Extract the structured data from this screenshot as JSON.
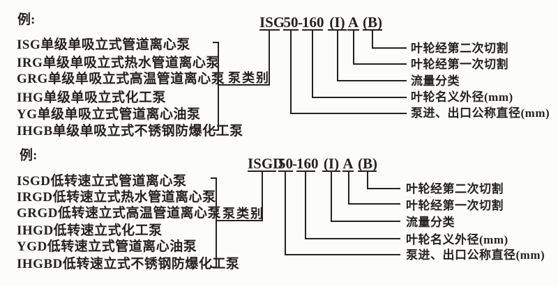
{
  "colors": {
    "paper": "#fcfcfa",
    "ink": "#24211e"
  },
  "example1": {
    "heading": "例:",
    "pump_list": [
      "ISG单级单吸立式管道离心泵",
      "IRG单级单吸立式热水管道离心泵",
      "GRG单级单吸立式高温管道离心泵",
      "IHG单级单吸立式化工泵",
      "YG单级单吸立式管道离心油泵",
      "IHGB单级单吸立式不锈钢防爆化工泵"
    ],
    "category_label": "泵类别",
    "model": {
      "series": "ISG",
      "inlet_outlet": "50",
      "hyphen": "-",
      "impeller_diameter": "160",
      "flow_class": "(I)",
      "first_cut": "A",
      "second_cut": "(B)"
    },
    "callouts": {
      "second_cut": "叶轮经第二次切割",
      "first_cut": "叶轮经第一次切割",
      "flow_class": "流量分类",
      "impeller_diameter": "叶轮名义外径(mm)",
      "inlet_outlet": "泵进、出口公称直径(mm)"
    }
  },
  "example2": {
    "heading": "例:",
    "pump_list": [
      "ISGD低转速立式管道离心泵",
      "IRGD低转速立式热水管道离心泵",
      "GRGD低转速立式高温管道离心泵",
      "IHGD低转速立式化工泵",
      "YGD低转速立式管道离心油泵",
      "IHGBD低转速立式不锈钢防爆化工泵"
    ],
    "category_label": "泵类别",
    "model": {
      "series": "ISGD",
      "inlet_outlet": "50",
      "hyphen": "-",
      "impeller_diameter": "160",
      "flow_class": "(I)",
      "first_cut": "A",
      "second_cut": "(B)"
    },
    "callouts": {
      "second_cut": "叶轮经第二次切割",
      "first_cut": "叶轮经第一次切割",
      "flow_class": "流量分类",
      "impeller_diameter": "叶轮名义外径(mm)",
      "inlet_outlet": "泵进、出口公称直径(mm)"
    }
  }
}
